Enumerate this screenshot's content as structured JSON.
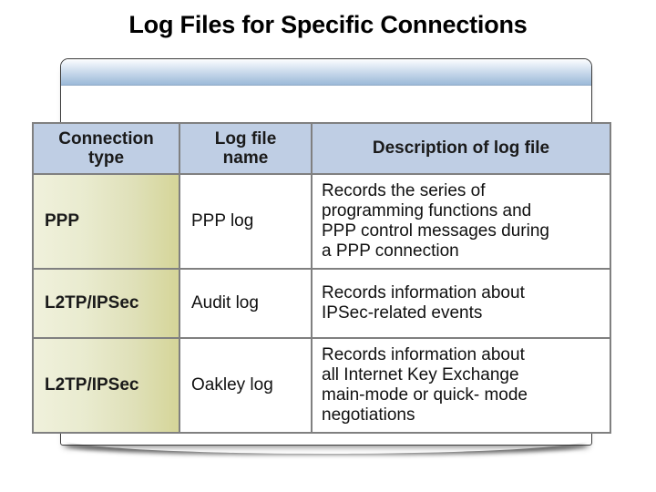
{
  "slide": {
    "title": "Log Files for Specific Connections"
  },
  "panel": {
    "titlebar_label": ""
  },
  "table": {
    "headers": [
      "Connection\ntype",
      "Log file\nname",
      "Description of log file"
    ],
    "header_lines": {
      "col0_line1": "Connection",
      "col0_line2": "type",
      "col1_line1": "Log file",
      "col1_line2": "name",
      "col2": "Description of log file"
    },
    "rows": [
      {
        "connection_type": "PPP",
        "log_file_name": "PPP log",
        "description_lines": [
          "Records the series of",
          "programming functions and",
          "PPP control messages during",
          "a PPP connection"
        ],
        "description": "Records the series of programming functions and PPP control messages during a PPP connection"
      },
      {
        "connection_type": "L2TP/IPSec",
        "log_file_name": "Audit log",
        "description_lines": [
          "Records information about",
          "IPSec-related events"
        ],
        "description": "Records information about IPSec-related events"
      },
      {
        "connection_type": "L2TP/IPSec",
        "log_file_name": "Oakley log",
        "description_lines": [
          "Records information about",
          "all Internet Key Exchange",
          "main-mode or quick- mode",
          "negotiations"
        ],
        "description": "Records information about all Internet Key Exchange main-mode or quick- mode negotiations"
      }
    ]
  },
  "colors": {
    "header_fill": "#bfcee4",
    "type_cell_fill_left": "#f0f1dc",
    "type_cell_fill_right": "#d5d598",
    "border": "#808080",
    "titlebar_blue": "#9dbad9",
    "text": "#101010",
    "page_background": "#ffffff"
  }
}
